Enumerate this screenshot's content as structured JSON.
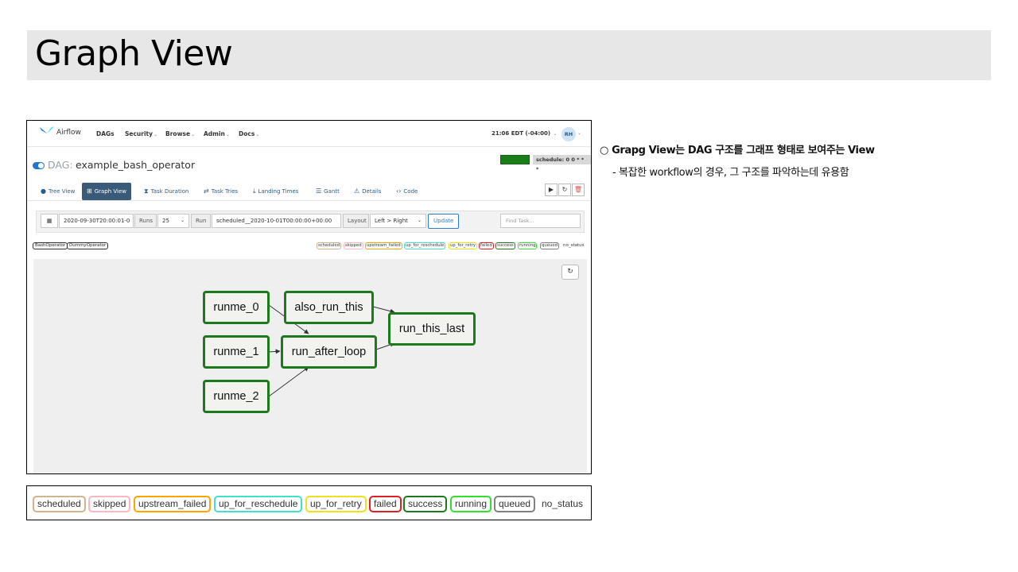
{
  "slide": {
    "title": "Graph View",
    "notes": [
      "○ Grapg View는 DAG 구조를 그래프 형태로 보여주는 View",
      "- 복잡한 workflow의 경우, 그 구조를 파악하는데 유용함"
    ]
  },
  "airflow": {
    "brand": "Airflow",
    "nav": [
      "DAGs",
      "Security",
      "Browse",
      "Admin",
      "Docs"
    ],
    "clock": "21:06 EDT (-04:00)",
    "user_initials": "RH",
    "dag_label": "DAG:",
    "dag_name": "example_bash_operator",
    "schedule": "schedule: 0 0 * * *",
    "tabs": [
      "Tree View",
      "Graph View",
      "Task Duration",
      "Task Tries",
      "Landing Times",
      "Gantt",
      "Details",
      "Code"
    ],
    "active_tab": "Graph View",
    "controls": {
      "base_date": "2020-09-30T20:00:01-0",
      "runs_label": "Runs",
      "runs_value": "25",
      "run_label": "Run",
      "run_value": "scheduled__2020-10-01T00:00:00+00:00",
      "layout_label": "Layout",
      "layout_value": "Left > Right",
      "update_label": "Update",
      "find_placeholder": "Find Task..."
    },
    "operators": [
      "BashOperator",
      "DummyOperator"
    ],
    "small_legend": [
      "scheduled",
      "skipped",
      "upstream_failed",
      "up_for_reschedule",
      "up_for_retry",
      "failed",
      "success",
      "running",
      "queued"
    ],
    "small_legend_last": "no_status",
    "nodes": {
      "runme_0": "runme_0",
      "runme_1": "runme_1",
      "runme_2": "runme_2",
      "also_run_this": "also_run_this",
      "run_after_loop": "run_after_loop",
      "run_this_last": "run_this_last"
    }
  },
  "legend": {
    "items": [
      "scheduled",
      "skipped",
      "upstream_failed",
      "up_for_reschedule",
      "up_for_retry",
      "failed",
      "success",
      "running",
      "queued"
    ],
    "last": "no_status",
    "colors": {
      "scheduled": "#d2b48c",
      "skipped": "#ffb6c1",
      "upstream_failed": "#ffa500",
      "up_for_reschedule": "#40e0d0",
      "up_for_retry": "#f0e020",
      "failed": "#e02020",
      "success": "#1c7a1c",
      "running": "#32e032",
      "queued": "#808080"
    }
  }
}
